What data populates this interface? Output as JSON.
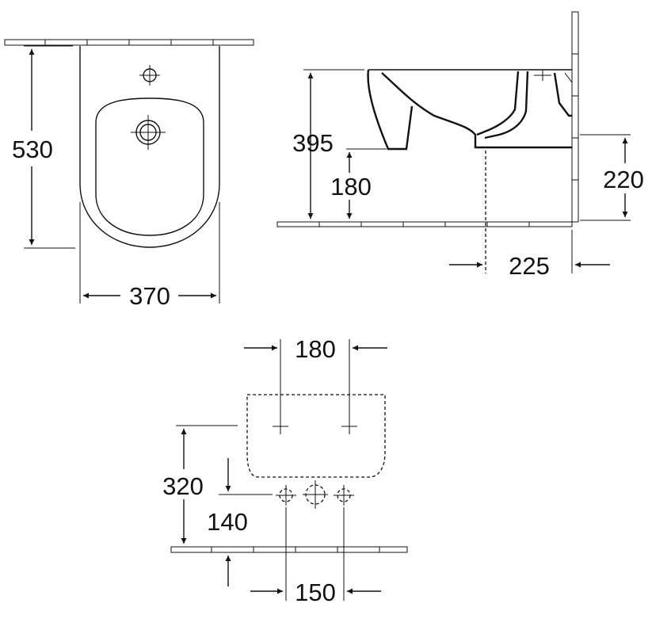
{
  "colors": {
    "ink": "#111111",
    "background": "#ffffff"
  },
  "dimensions": {
    "top_view": {
      "height": "530",
      "width": "370"
    },
    "side_view": {
      "rim_height": "395",
      "floor_to_outlet": "180",
      "inlet_height": "220",
      "wall_to_outlet": "225"
    },
    "rear_view": {
      "fixing_spacing": "180",
      "fixing_height": "320",
      "supply_height": "140",
      "supply_spacing": "150"
    }
  }
}
